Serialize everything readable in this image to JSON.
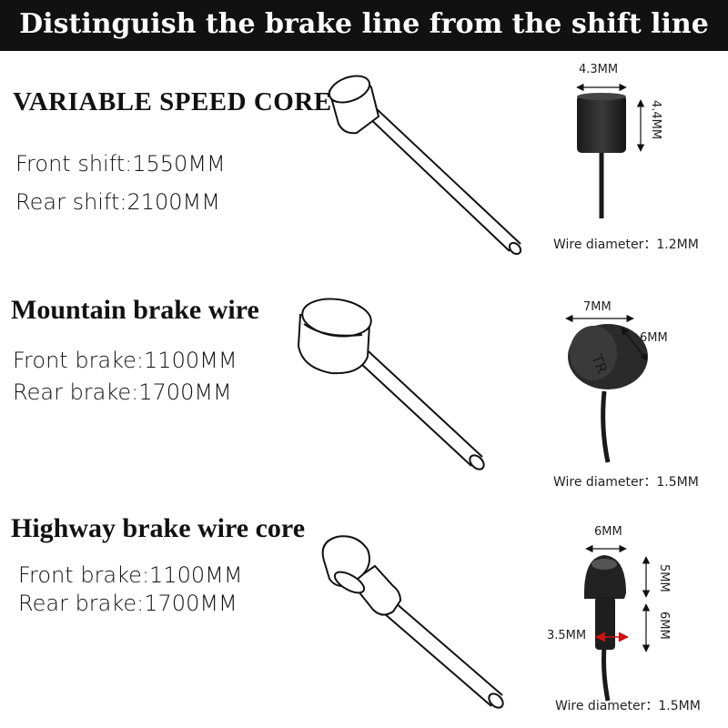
{
  "title": "Distinguish the brake line from the shift line",
  "sections": [
    {
      "name": "VARIABLE SPEED CORE",
      "specs": [
        "Front shift:1550MM",
        "Rear shift:2100MM"
      ],
      "dims": {
        "width": "4.3MM",
        "height": "4.4MM"
      },
      "wire_diameter": "Wire diameter：1.2MM"
    },
    {
      "name": "Mountain brake wire",
      "specs": [
        "Front brake:1100MM",
        "Rear brake:1700MM"
      ],
      "dims": {
        "width": "7MM",
        "height": "6MM"
      },
      "wire_diameter": "Wire diameter：1.5MM"
    },
    {
      "name": "Highway brake wire core",
      "specs": [
        "Front brake:1100MM",
        "Rear brake:1700MM"
      ],
      "dims": {
        "width": "6MM",
        "height": "5MM",
        "neck_height": "6MM",
        "neck_width": "3.5MM"
      },
      "wire_diameter": "Wire diameter：1.5MM"
    }
  ]
}
